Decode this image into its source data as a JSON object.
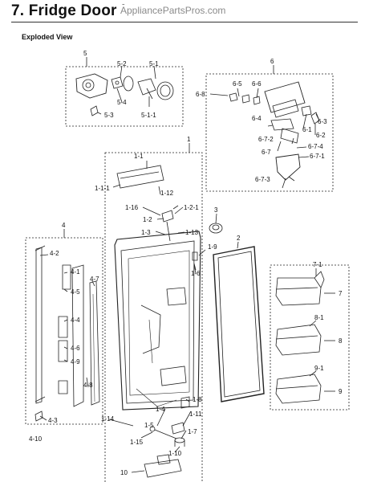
{
  "header": {
    "section_number": "7.",
    "title": "Fridge Door L",
    "watermark": "AppliancePartsPros.com",
    "subtitle": "Exploded View"
  },
  "callouts": {
    "c1": "1",
    "c1_1": "1-1",
    "c1_1_1": "1-1-1",
    "c1_12": "1-12",
    "c1_16": "1-16",
    "c1_2": "1-2",
    "c1_2_1": "1-2-1",
    "c1_3": "1-3",
    "c1_13": "1-13",
    "c1_9": "1-9",
    "c1_6": "1-6",
    "c1_8": "1-8",
    "c1_4": "1-4",
    "c1_11": "1-11",
    "c1_14": "1-14",
    "c1_15": "1-15",
    "c1_5": "1-5",
    "c1_7": "1-7",
    "c1_10": "1-10",
    "c2": "2",
    "c3": "3",
    "c4": "4",
    "c4_1": "4-1",
    "c4_2": "4-2",
    "c4_3": "4-3",
    "c4_5": "4-5",
    "c4_6": "4-6",
    "c4_7": "4-7",
    "c4_8": "4-8",
    "c4_9": "4-9",
    "c4_10": "4-10",
    "c5": "5",
    "c5_1": "5-1",
    "c5_1_1": "5-1-1",
    "c5_2": "5-2",
    "c5_3": "5-3",
    "c5_4": "5-4",
    "c6": "6",
    "c6_1": "6-1",
    "c6_2": "6-2",
    "c6_3": "6-3",
    "c6_4": "6-4",
    "c6_5": "6-5",
    "c6_6": "6-6",
    "c6_7": "6-7",
    "c6_7_1": "6-7-1",
    "c6_7_2": "6-7-2",
    "c6_7_3": "6-7-3",
    "c6_7_4": "6-7-4",
    "c6_8": "6-8",
    "c7": "7",
    "c7_1": "7-1",
    "c8": "8",
    "c8_1": "8-1",
    "c9": "9",
    "c9_1": "9-1",
    "c10": "10"
  }
}
